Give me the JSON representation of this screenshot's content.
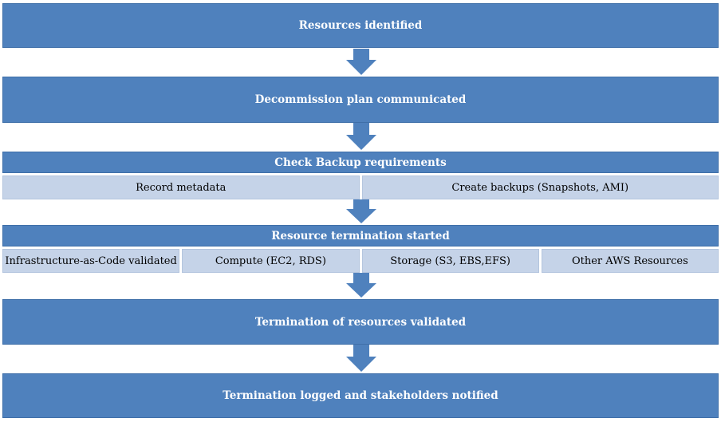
{
  "colors": {
    "box": "#4f81bd",
    "sub_box": "#c5d3e8",
    "arrow": "#4f81bd"
  },
  "steps": {
    "s1": "Resources identified",
    "s2": "Decommission plan communicated",
    "s3": {
      "title": "Check Backup requirements",
      "items": [
        "Record metadata",
        "Create backups (Snapshots, AMI)"
      ]
    },
    "s4": {
      "title": "Resource termination started",
      "items": [
        "Infrastructure-as-Code validated",
        "Compute (EC2, RDS)",
        "Storage (S3, EBS,EFS)",
        "Other AWS Resources"
      ]
    },
    "s5": "Termination of resources validated",
    "s6": "Termination logged and stakeholders notified"
  }
}
